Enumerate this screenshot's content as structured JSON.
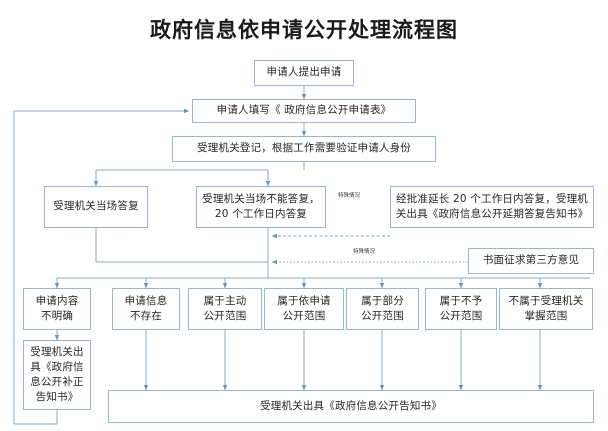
{
  "title": "政府信息依申请公开处理流程图",
  "theme": {
    "box_border": "#9db4cd",
    "box_fill": "#ffffff",
    "text": "#262626",
    "line": "#8ca9c4",
    "title_color": "#1a1a1a",
    "page_bg": "#ffffff"
  },
  "nodes": {
    "apply": "申请人提出申请",
    "fill_form": "申请人填写《 政府信息公开申请表》",
    "register": "受理机关登记，根据工作需要验证申请人身份",
    "answer_onsite": "受理机关当场答复",
    "answer_20days_l1": "受理机关当场不能答复，",
    "answer_20days_l2": "20 个工作日内答复",
    "extend_l1": "经批准延长 20 个工作日内答复，受理机",
    "extend_l2": "关出具《政府信息公开延期答复告知书》",
    "third_party": "书面征求第三方意见",
    "r1c1_l1": "申请内容",
    "r1c1_l2": "不明确",
    "r1c2_l1": "申请信息",
    "r1c2_l2": "不存在",
    "r1c3_l1": "属于主动",
    "r1c3_l2": "公开范围",
    "r1c4_l1": "属于依申请",
    "r1c4_l2": "公开范围",
    "r1c5_l1": "属于部分",
    "r1c5_l2": "公开范围",
    "r1c6_l1": "属于不予",
    "r1c6_l2": "公开范围",
    "r1c7_l1": "不属于受理机关",
    "r1c7_l2": "掌握范围",
    "supplement_l1": "受理机关出",
    "supplement_l2": "具《政府信",
    "supplement_l3": "息公开补正",
    "supplement_l4": "告知书》",
    "final_notice": "受理机关出具《政府信息公开告知书》"
  },
  "edge_labels": {
    "special_case_1": "特殊情况",
    "special_case_2": "特殊情况"
  }
}
